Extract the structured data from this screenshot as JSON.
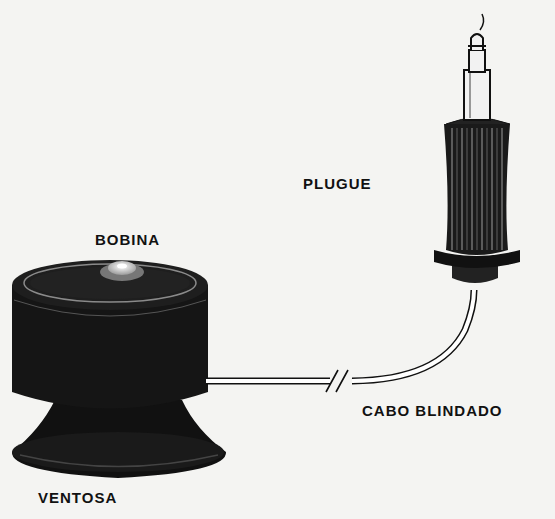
{
  "diagram": {
    "labels": [
      "BOBINA",
      "PLUGUE",
      "CABO BLINDADO",
      "VENTOSA"
    ]
  }
}
